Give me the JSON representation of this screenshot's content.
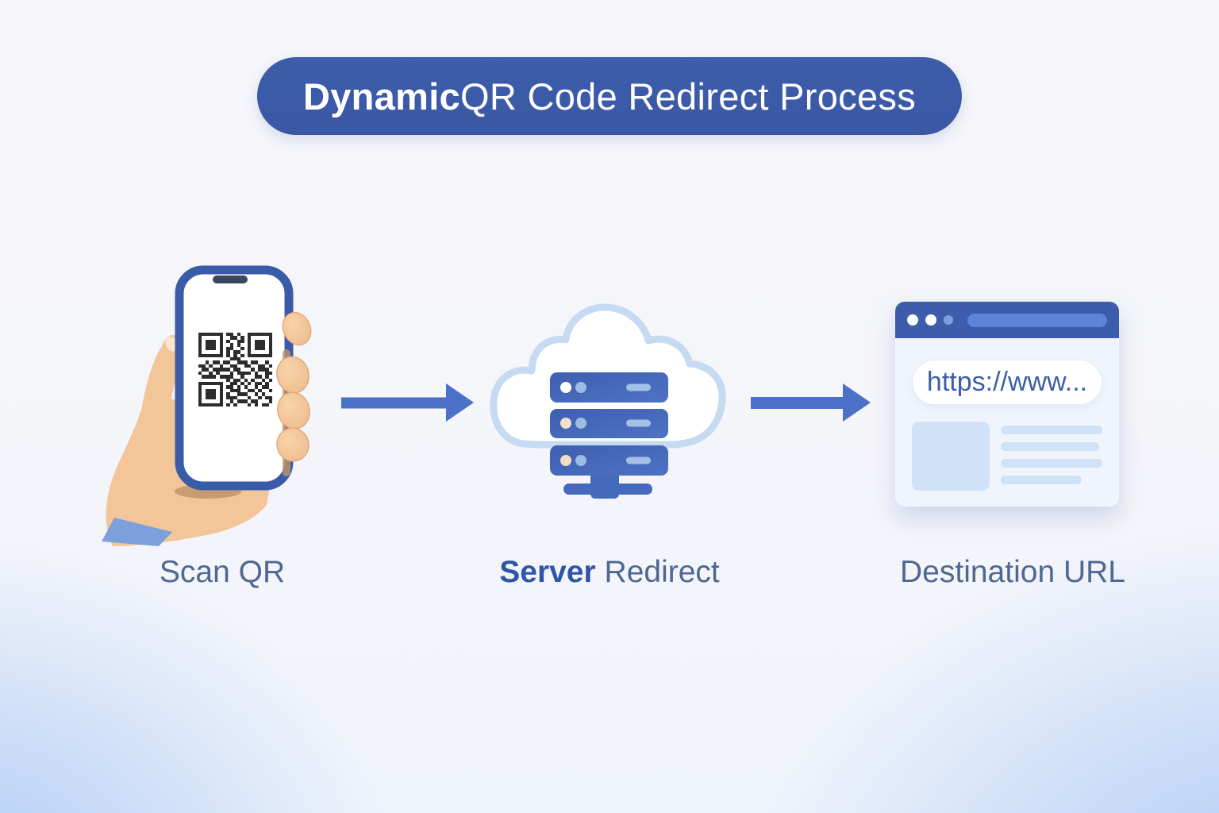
{
  "title": {
    "bold": "Dynamic",
    "rest": "QR Code Redirect Process"
  },
  "steps": [
    {
      "name": "scan-qr",
      "label": "Scan QR",
      "icon": "hand-holding-phone-qr-icon"
    },
    {
      "name": "server-redirect",
      "label_bold": "Server",
      "label_rest": "Redirect",
      "icon": "cloud-server-icon"
    },
    {
      "name": "destination-url",
      "label": "Destination URL",
      "icon": "browser-window-icon"
    }
  ],
  "browser": {
    "url_text": "https://www..."
  },
  "connectors": [
    "arrow-right-icon",
    "arrow-right-icon"
  ],
  "colors": {
    "primary_blue": "#3c5dab",
    "arrow_blue": "#4a70c8",
    "server_blue": "#4465b6",
    "cloud_outline": "#c6daf2",
    "label_slate": "#4e6893",
    "label_bold_blue": "#2f55a7",
    "url_text_blue": "#3b5fa6",
    "wire_blue": "#cfe2f7",
    "skin": "#f3c69a",
    "sleeve_blue": "#7ba0dc",
    "qr_dark": "#2d2d2d"
  },
  "qr_matrix": [
    "111111101101001111111",
    "100000100110101000001",
    "101110101001101011101",
    "101110100101001011101",
    "101110101100101011101",
    "100000101011001000001",
    "111111101010101111111",
    "000000000111000000000",
    "001011011001110110010",
    "110100100110011001101",
    "011011111011000101110",
    "100101000101111010011",
    "011110111100100011010",
    "000000001011010100101",
    "111111100110101011010",
    "100000101101010010110",
    "101110100111001101001",
    "101110101001110010100",
    "101110101110001001011",
    "100000100101110110001",
    "111111101010001010110"
  ]
}
